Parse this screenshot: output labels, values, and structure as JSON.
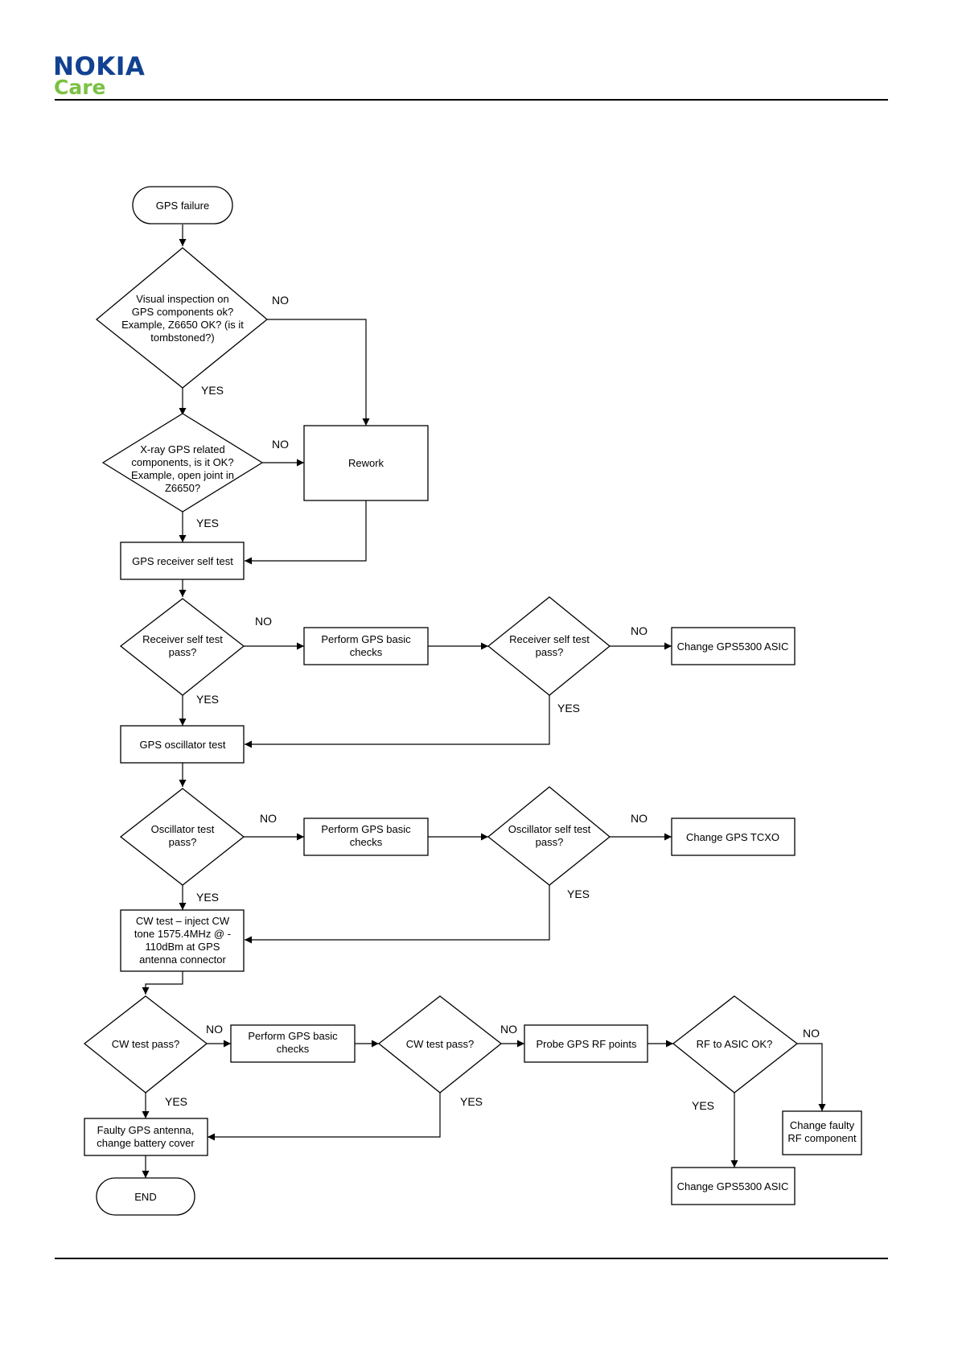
{
  "header": {
    "logo_top": "NOKIA",
    "logo_bottom": "Care"
  },
  "flowchart": {
    "start": "GPS failure",
    "visual_inspection": [
      "Visual inspection on",
      "GPS components ok?",
      "Example, Z6650 OK? (is it",
      "tombstoned?)"
    ],
    "xray": [
      "X-ray GPS related",
      "components, is it OK?",
      "Example, open joint in",
      "Z6650?"
    ],
    "rework": "Rework",
    "receiver_self_test": "GPS receiver self test",
    "receiver_pass": [
      "Receiver self test",
      "pass?"
    ],
    "basic_checks_1": [
      "Perform GPS basic",
      "checks"
    ],
    "receiver_pass_2": [
      "Receiver self test",
      "pass?"
    ],
    "change_asic_1": "Change GPS5300 ASIC",
    "oscillator_test": "GPS oscillator test",
    "oscillator_pass": [
      "Oscillator test",
      "pass?"
    ],
    "basic_checks_2": [
      "Perform GPS basic",
      "checks"
    ],
    "oscillator_self_pass": [
      "Oscillator self test",
      "pass?"
    ],
    "change_tcxo": "Change GPS TCXO",
    "cw_test": [
      "CW test – inject CW",
      "tone 1575.4MHz @ -",
      "110dBm at GPS",
      "antenna connector"
    ],
    "cw_pass": "CW test pass?",
    "basic_checks_3": [
      "Perform GPS basic",
      "checks"
    ],
    "cw_pass_2": "CW test pass?",
    "probe_rf": "Probe GPS RF points",
    "rf_asic_ok": "RF to ASIC OK?",
    "change_rf_component": [
      "Change faulty",
      "RF component"
    ],
    "change_asic_2": "Change GPS5300 ASIC",
    "faulty_antenna": [
      "Faulty GPS antenna,",
      "change battery cover"
    ],
    "end": "END",
    "yes": "YES",
    "no": "NO"
  }
}
